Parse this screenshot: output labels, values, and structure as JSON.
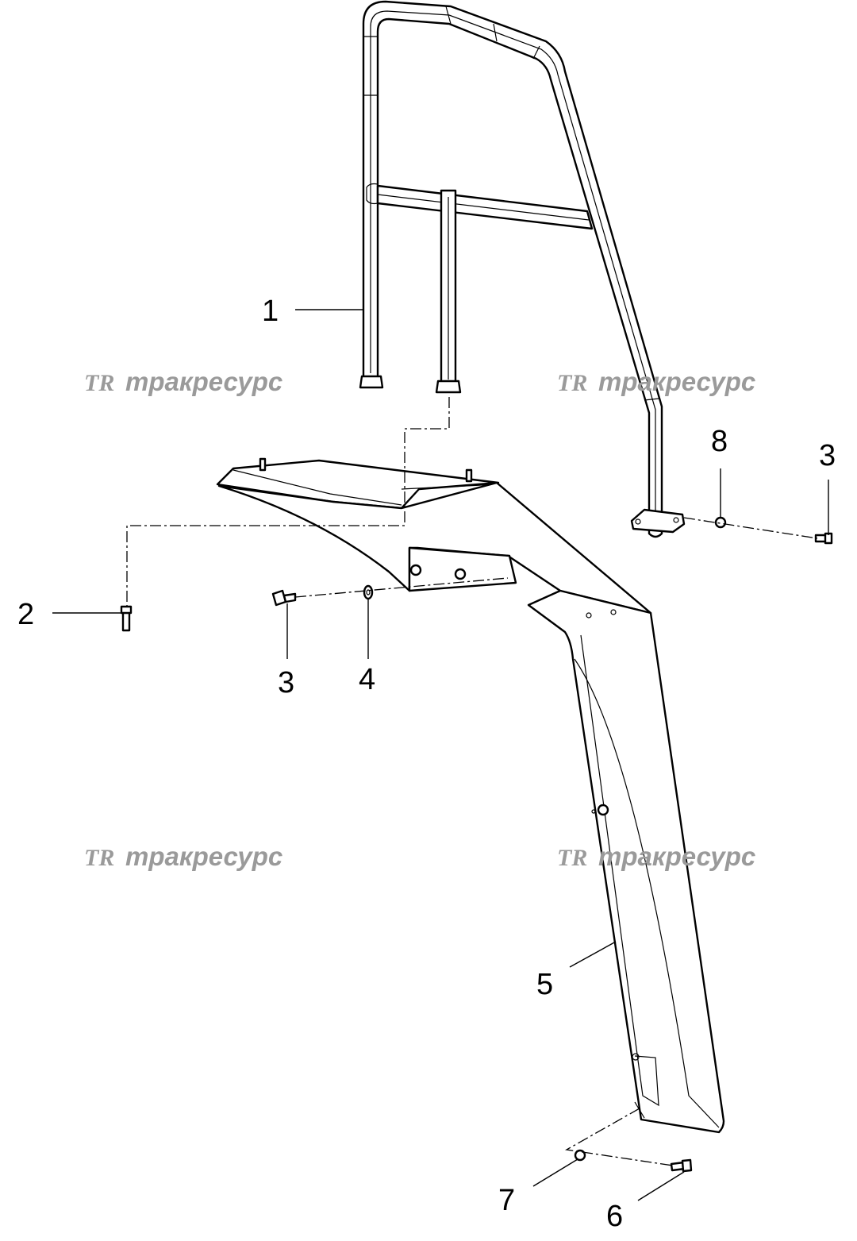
{
  "watermark": {
    "logo": "TR",
    "text": "тракресурс"
  },
  "callouts": {
    "c1": "1",
    "c2": "2",
    "c3a": "3",
    "c3b": "3",
    "c4": "4",
    "c5": "5",
    "c6": "6",
    "c7": "7",
    "c8": "8"
  }
}
